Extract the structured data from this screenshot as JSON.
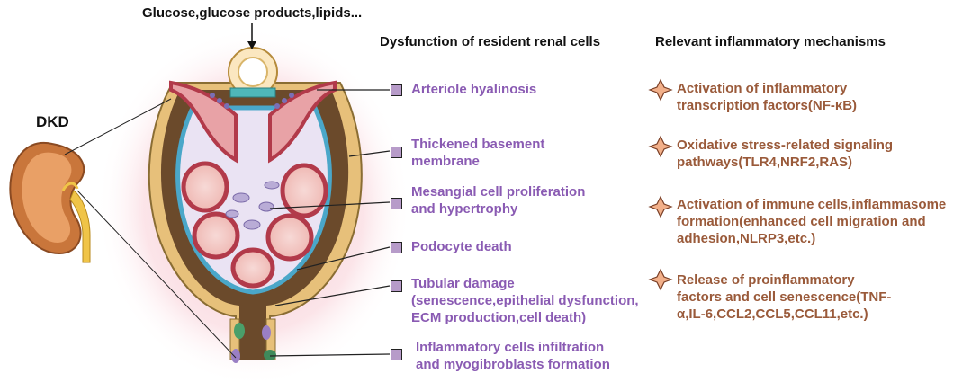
{
  "top_label": "Glucose,glucose products,lipids...",
  "kidney_label": "DKD",
  "dysfunction_header": "Dysfunction of resident renal cells",
  "mechanisms_header": "Relevant inflammatory mechanisms",
  "dysfunctions": [
    {
      "line1": "Arteriole hyalinosis",
      "line2": "",
      "line3": ""
    },
    {
      "line1": "Thickened basement",
      "line2": "membrane",
      "line3": ""
    },
    {
      "line1": "Mesangial cell proliferation",
      "line2": "and hypertrophy",
      "line3": ""
    },
    {
      "line1": "Podocyte death",
      "line2": "",
      "line3": ""
    },
    {
      "line1": "Tubular damage",
      "line2": "(senescence,epithelial dysfunction,",
      "line3": "ECM production,cell death)"
    },
    {
      "line1": "Inflammatory cells infiltration",
      "line2": "and myogibroblasts  formation",
      "line3": ""
    }
  ],
  "mechanisms": [
    {
      "line1": "Activation of inflammatory",
      "line2": "transcription factors(NF-κB)",
      "line3": ""
    },
    {
      "line1": "Oxidative stress-related signaling",
      "line2": "pathways(TLR4,NRF2,RAS)",
      "line3": ""
    },
    {
      "line1": "Activation of immune cells,inflammasome",
      "line2": "formation(enhanced cell migration and",
      "line3": "adhesion,NLRP3,etc.)"
    },
    {
      "line1": "Release of proinflammatory",
      "line2": "factors and cell senescence(TNF-",
      "line3": "α,IL-6,CCL2,CCL5,CCL11,etc.)"
    }
  ],
  "colors": {
    "dysfunction_text": "#8a5bb3",
    "mechanism_text": "#9a5a3a",
    "marker_fill": "#b79bc9",
    "star_fill": "#f2b08a"
  },
  "icons": [
    "star-icon",
    "square-marker-icon",
    "arrow-down-icon"
  ]
}
